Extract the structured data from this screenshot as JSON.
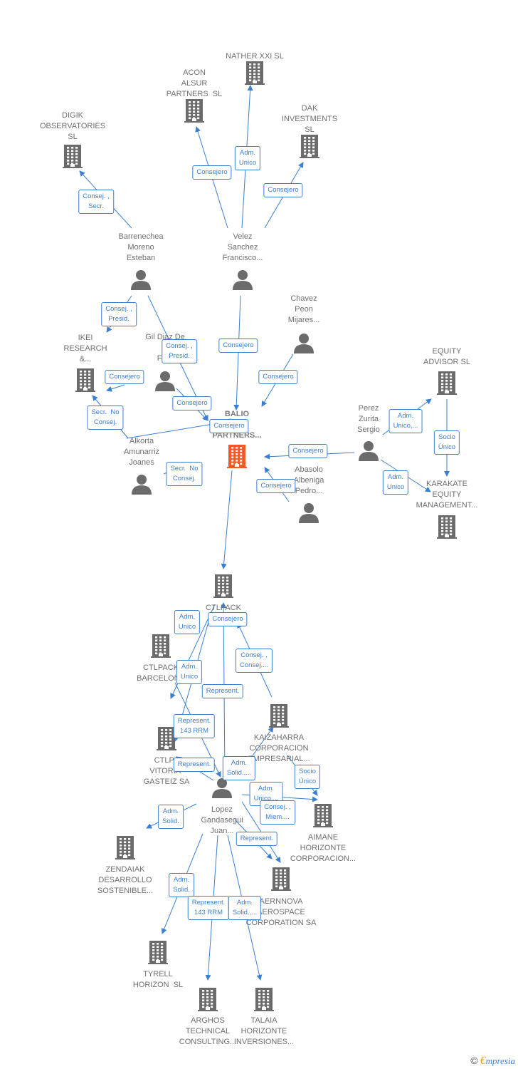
{
  "colors": {
    "node": "#6b6b6b",
    "focus": "#f0592a",
    "edge": "#3b7fd1"
  },
  "nodes": [
    {
      "id": "nather",
      "type": "company",
      "label": "NATHER XXI SL"
    },
    {
      "id": "acon",
      "type": "company",
      "label": "ACON\nALSUR\nPARTNERS  SL"
    },
    {
      "id": "dak",
      "type": "company",
      "label": "DAK\nINVESTMENTS\nSL"
    },
    {
      "id": "digik",
      "type": "company",
      "label": "DIGIK\nOBSERVATORIES\nSL"
    },
    {
      "id": "barrenechea",
      "type": "person",
      "label": "Barrenechea\nMoreno\nEsteban"
    },
    {
      "id": "velez",
      "type": "person",
      "label": "Velez\nSanchez\nFrancisco..."
    },
    {
      "id": "chavez",
      "type": "person",
      "label": "Chavez\nPeon\nMijares..."
    },
    {
      "id": "ikei",
      "type": "company",
      "label": "IKEI\nRESEARCH\n&..."
    },
    {
      "id": "gildiaz",
      "type": "person",
      "label": "Gil Diaz De\nA\nFran"
    },
    {
      "id": "equity",
      "type": "company",
      "label": "EQUITY\nADVISOR SL"
    },
    {
      "id": "balio",
      "type": "focus",
      "label": "BALIO\nG\nPARTNERS..."
    },
    {
      "id": "perez",
      "type": "person",
      "label": "Perez\nZurita\nSergio"
    },
    {
      "id": "alkorta",
      "type": "person",
      "label": "Alkorta\nAmunarriz\nJoanes"
    },
    {
      "id": "abasolo",
      "type": "person",
      "label": "Abasolo\nAlbeniga\nPedro..."
    },
    {
      "id": "karakate",
      "type": "company",
      "label": "KARAKATE\nEQUITY\nMANAGEMENT..."
    },
    {
      "id": "ctlpack",
      "type": "company",
      "label": "CTLPACK"
    },
    {
      "id": "ctlbcn",
      "type": "company",
      "label": "CTLPACK\nBARCELONA"
    },
    {
      "id": "kaizaharra",
      "type": "company",
      "label": "KAIZAHARRA\nCORPORACION\nEMPRESARIAL..."
    },
    {
      "id": "ctlvit",
      "type": "company",
      "label": "CTLPA\nVITORIA-\nGASTEIZ SA"
    },
    {
      "id": "lopez",
      "type": "person",
      "label": "Lopez\nGandasegui\nJuan..."
    },
    {
      "id": "aimane",
      "type": "company",
      "label": "AIMANE\nHORIZONTE\nCORPORACION..."
    },
    {
      "id": "zendaiak",
      "type": "company",
      "label": "ZENDAIAK\nDESARROLLO\nSOSTENIBLE..."
    },
    {
      "id": "aernnova",
      "type": "company",
      "label": "AERNNOVA\nAEROSPACE\nCORPORATION SA"
    },
    {
      "id": "tyrell",
      "type": "company",
      "label": "TYRELL\nHORIZON  SL"
    },
    {
      "id": "arghos",
      "type": "company",
      "label": "ARGHOS\nTECHNICAL\nCONSULTING..."
    },
    {
      "id": "talaia",
      "type": "company",
      "label": "TALAIA\nHORIZONTE\nINVERSIONES..."
    }
  ],
  "edges": [
    {
      "from": "velez",
      "to": "nather",
      "label": "Adm.\nUnico"
    },
    {
      "from": "velez",
      "to": "acon",
      "label": "Consejero"
    },
    {
      "from": "velez",
      "to": "dak",
      "label": "Consejero"
    },
    {
      "from": "barrenechea",
      "to": "digik",
      "label": "Consej. ,\nSecr."
    },
    {
      "from": "barrenechea",
      "to": "ikei",
      "label": "Consej. ,\nPresid."
    },
    {
      "from": "barrenechea",
      "to": "balio",
      "label": "Consej. ,\nPresid."
    },
    {
      "from": "velez",
      "to": "balio",
      "label": "Consejero"
    },
    {
      "from": "chavez",
      "to": "balio",
      "label": "Consejero"
    },
    {
      "from": "gildiaz",
      "to": "balio",
      "label": "Consejero"
    },
    {
      "from": "alkorta",
      "to": "ikei",
      "label": "Consejero"
    },
    {
      "from": "alkorta",
      "to": "ikei",
      "label": "Secr.  No\nConsej."
    },
    {
      "from": "alkorta",
      "to": "balio",
      "label": "Consejero"
    },
    {
      "from": "alkorta",
      "to": "balio",
      "label": "Secr.  No\nConsej."
    },
    {
      "from": "perez",
      "to": "balio",
      "label": "Consejero"
    },
    {
      "from": "perez",
      "to": "equity",
      "label": "Adm.\nUnico,..."
    },
    {
      "from": "perez",
      "to": "karakate",
      "label": "Adm.\nUnico"
    },
    {
      "from": "equity",
      "to": "karakate",
      "label": "Socio\nÚnico"
    },
    {
      "from": "abasolo",
      "to": "balio",
      "label": "Consejero"
    },
    {
      "from": "balio",
      "to": "ctlpack",
      "label": "Adm.\nUnico"
    },
    {
      "from": "lopez",
      "to": "ctlpack",
      "label": "Consejero"
    },
    {
      "from": "kaizaharra",
      "to": "ctlpack",
      "label": "Consej. ,\nConsej...."
    },
    {
      "from": "ctlpack",
      "to": "ctlbcn",
      "label": "Adm.\nUnico"
    },
    {
      "from": "ctlpack",
      "to": "ctlvit",
      "label": "Represent."
    },
    {
      "from": "ctlpack",
      "to": "ctlvit",
      "label": "Represent.\n143 RRM"
    },
    {
      "from": "lopez",
      "to": "ctlvit",
      "label": "Represent."
    },
    {
      "from": "lopez",
      "to": "kaizaharra",
      "label": "Adm.\nSolid.,..."
    },
    {
      "from": "kaizaharra",
      "to": "aimane",
      "label": "Socio\nÚnico"
    },
    {
      "from": "lopez",
      "to": "aimane",
      "label": "Adm.\nUnico,..."
    },
    {
      "from": "lopez",
      "to": "aernnova",
      "label": "Consej. ,\nMiem...."
    },
    {
      "from": "lopez",
      "to": "aernnova",
      "label": "Represent."
    },
    {
      "from": "lopez",
      "to": "zendaiak",
      "label": "Adm.\nSolid."
    },
    {
      "from": "lopez",
      "to": "tyrell",
      "label": "Adm.\nSolid."
    },
    {
      "from": "lopez",
      "to": "arghos",
      "label": "Represent.\n143 RRM"
    },
    {
      "from": "lopez",
      "to": "talaia",
      "label": "Adm.\nSolid.,..."
    }
  ],
  "brand": {
    "copyright": "©",
    "name_initial": "€",
    "name_rest": "mpresia"
  }
}
